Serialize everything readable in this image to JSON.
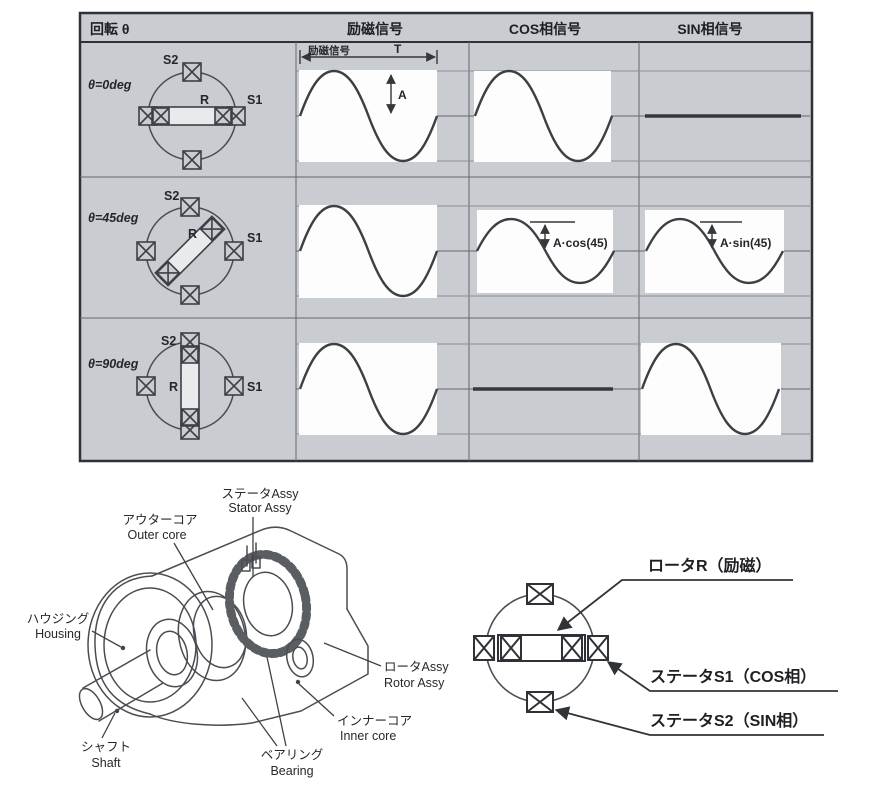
{
  "table": {
    "headers": {
      "rotation": "回転 θ",
      "excitation": "励磁信号",
      "cos": "COS相信号",
      "sin": "SIN相信号"
    },
    "rows": [
      {
        "angle": "θ=0deg",
        "r": "R",
        "s1": "S1",
        "s2": "S2",
        "waveform_amplitudes": {
          "excitation": 1,
          "cos": 1,
          "sin": 0
        }
      },
      {
        "angle": "θ=45deg",
        "r": "R",
        "s1": "S1",
        "s2": "S2",
        "waveform_amplitudes": {
          "excitation": 1,
          "cos": 0.707,
          "sin": 0.707
        }
      },
      {
        "angle": "θ=90deg",
        "r": "R",
        "s1": "S1",
        "s2": "S2",
        "waveform_amplitudes": {
          "excitation": 1,
          "cos": 0,
          "sin": 1
        }
      }
    ],
    "annotations": {
      "excitation_wave": "励磁信号",
      "period": "T",
      "amplitude": "A",
      "cos45": "A·cos(45)",
      "sin45": "A·sin(45)"
    }
  },
  "cutaway": {
    "labels": {
      "stator_assy": {
        "jp": "ステータAssy",
        "en": "Stator Assy"
      },
      "outer_core": {
        "jp": "アウターコア",
        "en": "Outer core"
      },
      "housing": {
        "jp": "ハウジング",
        "en": "Housing"
      },
      "rotor_assy": {
        "jp": "ロータAssy",
        "en": "Rotor Assy"
      },
      "inner_core": {
        "jp": "インナーコア",
        "en": "Inner core"
      },
      "bearing": {
        "jp": "ベアリング",
        "en": "Bearing"
      },
      "shaft": {
        "jp": "シャフト",
        "en": "Shaft"
      }
    }
  },
  "phase_diagram": {
    "rotor": "ロータR（励磁）",
    "s1": "ステータS1（COS相）",
    "s2": "ステータS2（SIN相）"
  },
  "colors": {
    "panel_bg": "#c9cdd1",
    "line": "#3c4045",
    "wave_bg": "#fdfdfd"
  }
}
